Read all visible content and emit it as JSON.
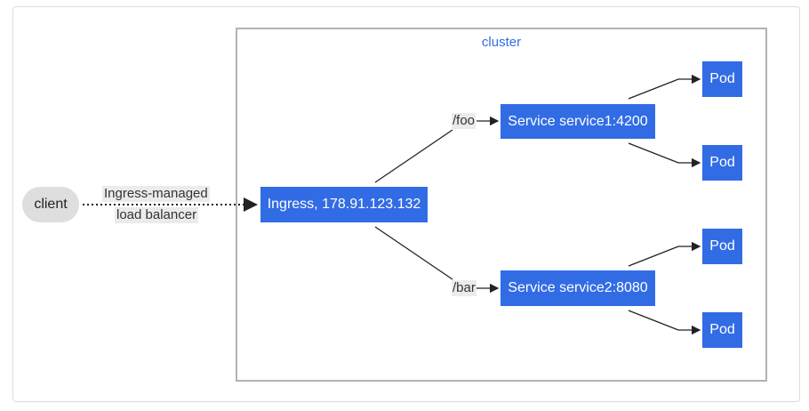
{
  "cluster": {
    "label": "cluster"
  },
  "client": {
    "label": "client"
  },
  "load_balancer": {
    "line1": "Ingress-managed",
    "line2": "load balancer"
  },
  "ingress": {
    "label": "Ingress, 178.91.123.132"
  },
  "routes": [
    {
      "path": "/foo",
      "service": "Service service1:4200",
      "pods": [
        "Pod",
        "Pod"
      ]
    },
    {
      "path": "/bar",
      "service": "Service service2:8080",
      "pods": [
        "Pod",
        "Pod"
      ]
    }
  ],
  "colors": {
    "accent": "#326ce5",
    "label_bg": "#ebebeb",
    "client_bg": "#dedede",
    "border": "#b3b3b3"
  }
}
